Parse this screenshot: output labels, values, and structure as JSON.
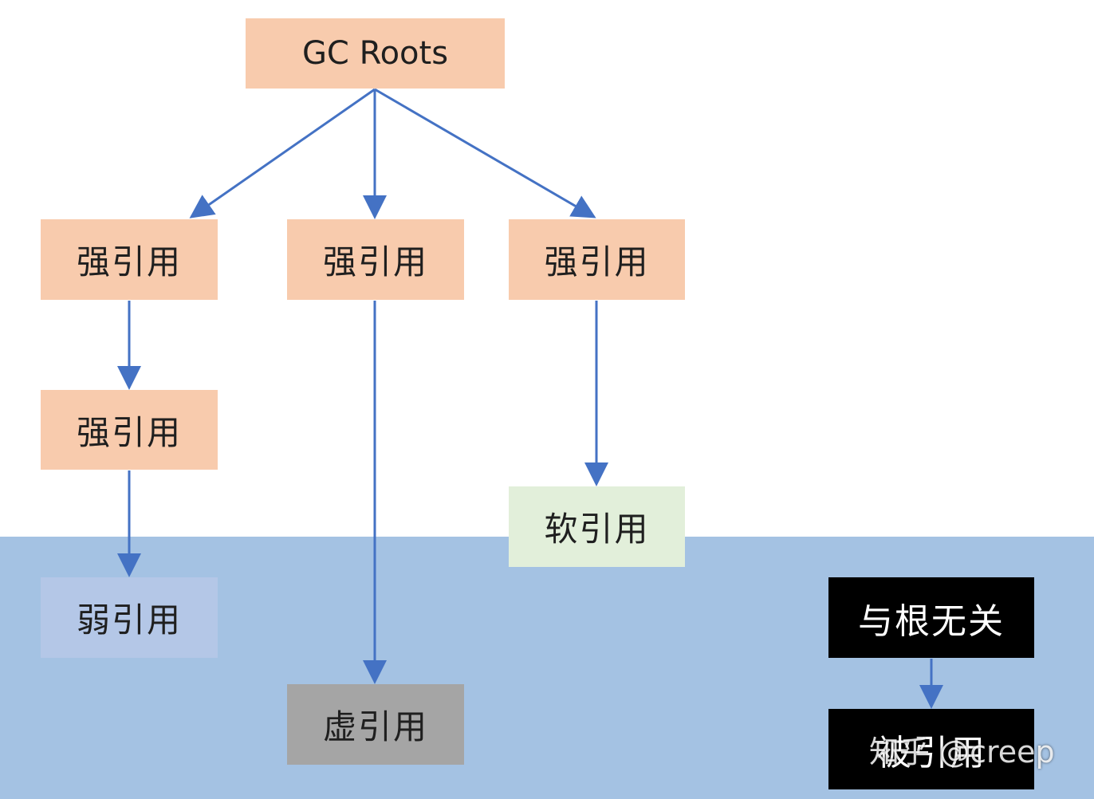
{
  "colors": {
    "strong_fill": "#f8cbad",
    "soft_fill": "#e2efda",
    "weak_fill": "#b4c7e7",
    "phantom_fill": "#a5a5a5",
    "black_fill": "#000000",
    "zone_fill": "#a4c2e3",
    "arrow": "#4472c4"
  },
  "nodes": {
    "root": "GC Roots",
    "strong_1": "强引用",
    "strong_2": "强引用",
    "strong_3": "强引用",
    "strong_4": "强引用",
    "soft": "软引用",
    "weak": "弱引用",
    "phantom": "虚引用",
    "unrelated": "与根无关",
    "referenced": "被引用"
  },
  "watermark": "知乎 @creep"
}
